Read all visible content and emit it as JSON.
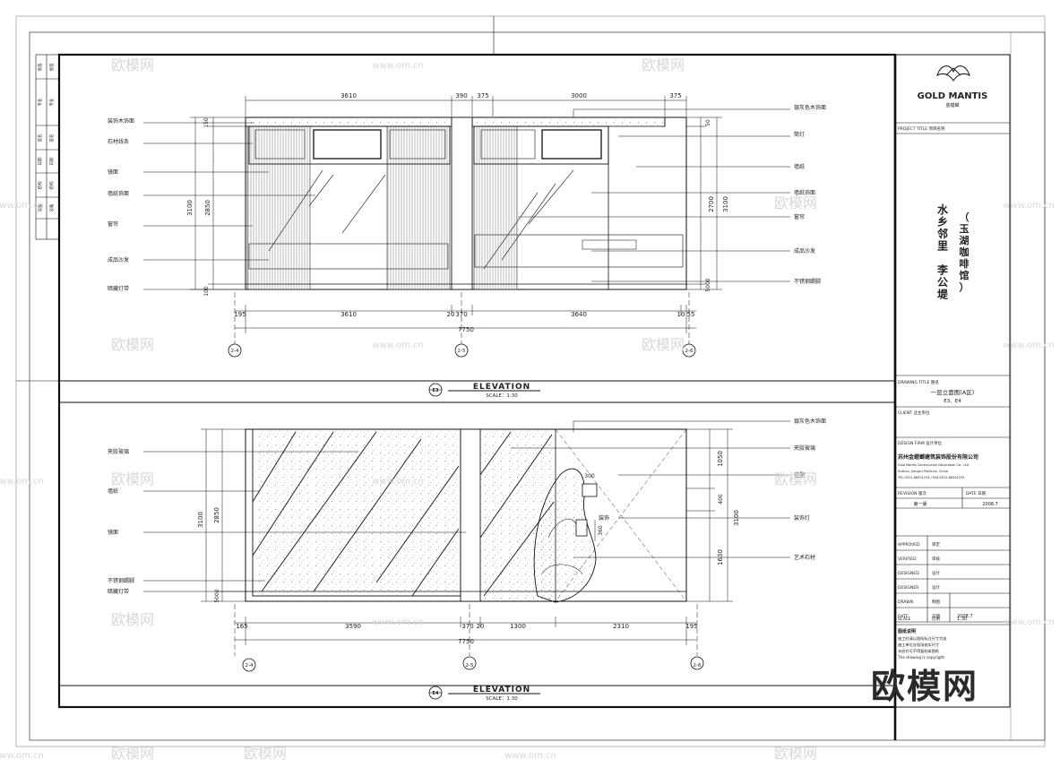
{
  "watermarks": {
    "logo_text": "欧模网",
    "url": "www.om.cn"
  },
  "project": {
    "brand": "GOLD MANTIS",
    "brand_cn": "金螳螂",
    "project_title_label": "PROJECT TITLE 项目名称",
    "project_name": "水乡邻里 李公堤",
    "project_sub": "（玉湖咖啡馆）",
    "drawing_title_label": "DRAWING TITLE 图名",
    "drawing_title": "一层立面图(A区)",
    "drawing_no": "E3、E4",
    "client_label": "CLIENT 业主单位",
    "design_firm_label": "DESIGN FIRM 设计单位",
    "company_cn": "苏州金螳螂建筑装饰股份有限公司",
    "company_en": "Gold Mantis Construction Decoration Co., Ltd",
    "company_addr": "Suzhou, Jiangsu Province, China",
    "company_tel": "TEL:0512-68301234 / FAX:0512-68301235",
    "revision_label": "REVISION 版次",
    "date_label": "DATE 日期",
    "revision_value": "第一版",
    "date_value": "2008.7",
    "rows": [
      {
        "label": "APPROVED",
        "cn": "审定"
      },
      {
        "label": "VERIFIED",
        "cn": "审核"
      },
      {
        "label": "DESIGNED",
        "cn": "设计"
      },
      {
        "label": "DESIGNER",
        "cn": "设计"
      },
      {
        "label": "DRAWN",
        "cn": "制图"
      },
      {
        "label": "DATE",
        "cn": "日期",
        "value": "2008.7"
      },
      {
        "label": "SCALE",
        "cn": "比例",
        "value": "1:30"
      }
    ],
    "notes_title": "图纸说明",
    "notes": [
      "施工时请以图纸标注尺寸为准",
      "施工单位应现场核实尺寸",
      "未经许可不得复制本图纸",
      "The drawing is copyright."
    ]
  },
  "left_strip": [
    "会签",
    "专业",
    "签名",
    "日期",
    "结构",
    "设备"
  ],
  "top": {
    "dims_top": [
      "3610",
      "390",
      "375",
      "3000",
      "375"
    ],
    "dims_bottom": [
      "195",
      "3610",
      "20",
      "370",
      "3640",
      "10",
      "55"
    ],
    "total": "7750",
    "dims_left": [
      "150",
      "2850",
      "3100",
      "100"
    ],
    "dims_right": [
      "50",
      "2700",
      "3100",
      "5000"
    ],
    "axes": [
      "2-4",
      "2-5",
      "2-6"
    ],
    "labels_left": [
      "装饰木饰面",
      "石材线条",
      "镜面",
      "墙纸饰面",
      "窗帘",
      "成品沙发",
      "暗藏灯带"
    ],
    "labels_right": [
      "银灰色木饰面",
      "筒灯",
      "墙纸",
      "墙纸饰面",
      "窗帘",
      "成品沙发",
      "不锈钢踢脚"
    ],
    "title": "ELEVATION",
    "scale": "SCALE：1:30",
    "tag": "E3"
  },
  "bottom": {
    "dims_bottom": [
      "165",
      "3590",
      "370",
      "20",
      "1300",
      "2310",
      "195"
    ],
    "total": "7750",
    "dims_left": [
      "3100",
      "2850",
      "5000"
    ],
    "dims_right": [
      "1050",
      "400",
      "360",
      "1630",
      "3100"
    ],
    "dim_inner": "300",
    "axes": [
      "2-4",
      "2-5",
      "2-6"
    ],
    "labels_left": [
      "夹胶玻璃",
      "墙纸",
      "镜面",
      "不锈钢踢脚",
      "暗藏灯带"
    ],
    "labels_right": [
      "银灰色木饰面",
      "夹胶玻璃",
      "造型",
      "装饰灯",
      "艺术石材"
    ],
    "label_center": "装饰",
    "title": "ELEVATION",
    "scale": "SCALE：1:30",
    "tag": "E4"
  },
  "colors": {
    "line": "#111111",
    "hatch": "#555555",
    "watermark": "#d8d8d8"
  }
}
